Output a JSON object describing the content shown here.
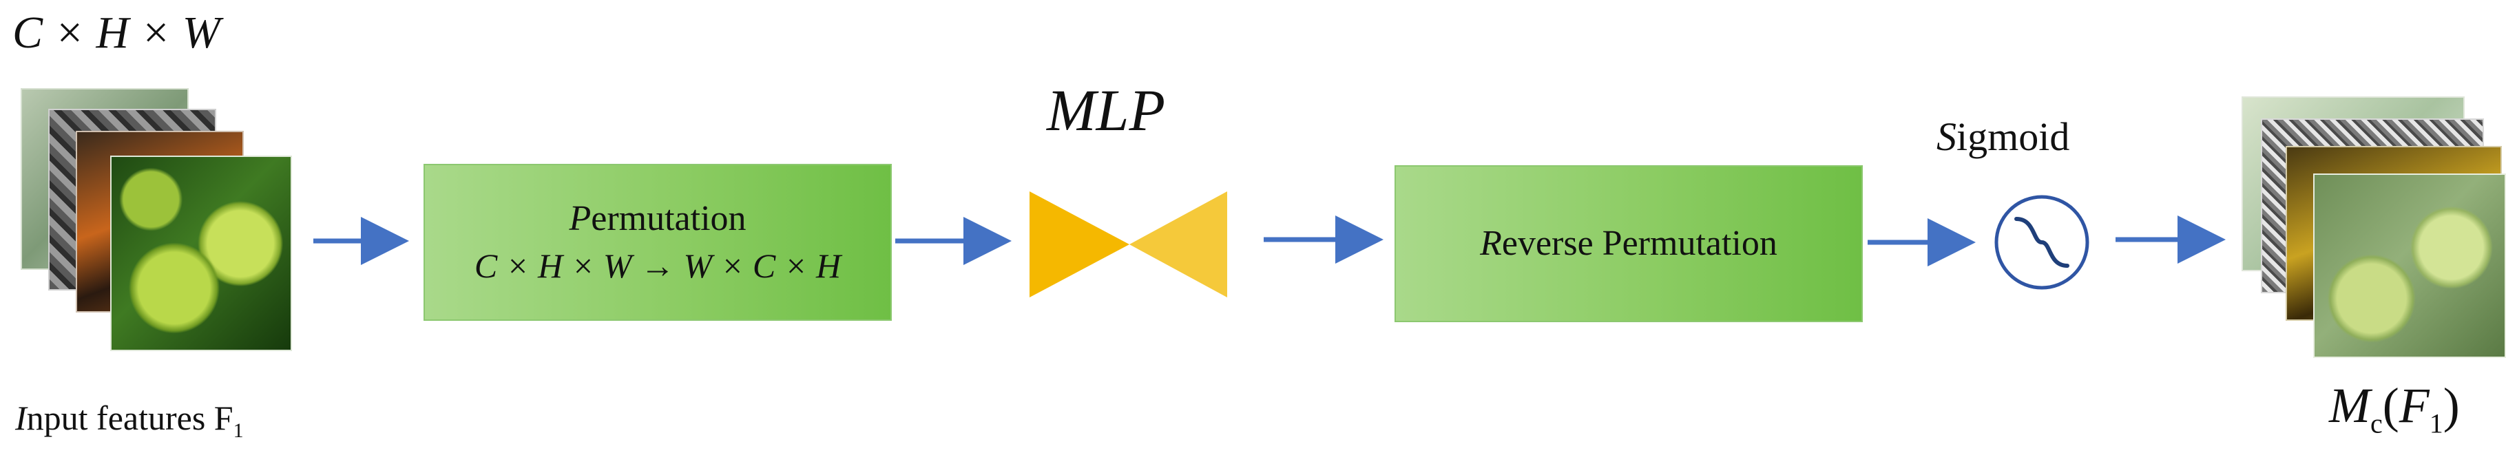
{
  "input": {
    "dims_label": "C × H × W",
    "caption_initial": "I",
    "caption_rest": "nput  features F",
    "caption_sub": "1"
  },
  "permutation": {
    "title_initial": "P",
    "title_rest": "ermutation",
    "formula": "C × H × W → W × C × H"
  },
  "mlp": {
    "label": "MLP"
  },
  "reverse_permutation": {
    "title_initial": "R",
    "title_rest": "everse Permutation"
  },
  "sigmoid": {
    "label_initial": "S",
    "label_rest": "igmoid"
  },
  "output": {
    "label_main": "M",
    "label_sub": "c",
    "label_arg": "(F",
    "label_arg_sub": "1",
    "label_close": ")"
  },
  "colors": {
    "arrow": "#4472c4",
    "box_fill": "#8ccc63",
    "mlp_fill": "#f5b800",
    "sigmoid_stroke": "#2f55a4"
  }
}
